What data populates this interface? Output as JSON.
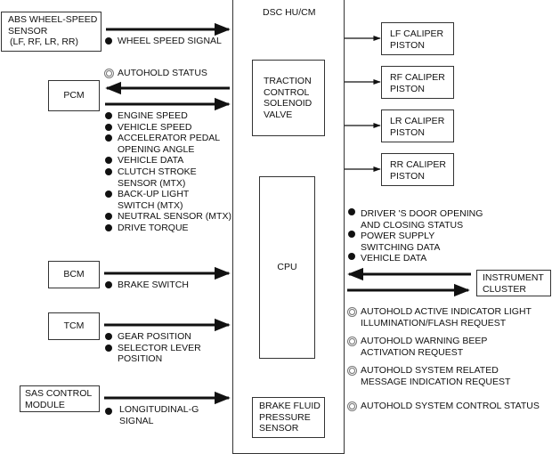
{
  "colors": {
    "line": "#111111",
    "box_border": "#333333",
    "ring": "#777777",
    "background": "#ffffff"
  },
  "legend_markers": {
    "filled_dot": "input-signal-icon",
    "double_ring": "output-signal-icon"
  },
  "main_unit": {
    "title": "DSC HU/CM",
    "traction_valve": [
      "TRACTION",
      "CONTROL",
      "SOLENOID",
      "VALVE"
    ],
    "cpu": "CPU",
    "brake_fluid_sensor": [
      "BRAKE FLUID",
      "PRESSURE",
      "SENSOR"
    ]
  },
  "calipers": [
    {
      "line1": "LF CALIPER",
      "line2": "PISTON"
    },
    {
      "line1": "RF CALIPER",
      "line2": "PISTON"
    },
    {
      "line1": "LR CALIPER",
      "line2": "PISTON"
    },
    {
      "line1": "RR CALIPER",
      "line2": "PISTON"
    }
  ],
  "modules": {
    "abs": [
      "ABS WHEEL-SPEED",
      "SENSOR",
      "(LF, RF, LR, RR)"
    ],
    "pcm": "PCM",
    "bcm": "BCM",
    "tcm": "TCM",
    "sas": [
      "SAS CONTROL",
      "MODULE"
    ],
    "instrument_cluster": [
      "INSTRUMENT",
      "CLUSTER"
    ]
  },
  "signals": {
    "abs": [
      "WHEEL SPEED SIGNAL"
    ],
    "pcm_out": [
      "AUTOHOLD STATUS"
    ],
    "pcm_in": [
      [
        "ENGINE SPEED"
      ],
      [
        "VEHICLE SPEED"
      ],
      [
        "ACCELERATOR PEDAL",
        "OPENING ANGLE"
      ],
      [
        "VEHICLE DATA"
      ],
      [
        "CLUTCH STROKE",
        "SENSOR (MTX)"
      ],
      [
        "BACK-UP LIGHT",
        "SWITCH (MTX)"
      ],
      [
        "NEUTRAL SENSOR (MTX)"
      ],
      [
        "DRIVE TORQUE"
      ]
    ],
    "bcm": [
      "BRAKE SWITCH"
    ],
    "tcm": [
      [
        "GEAR POSITION"
      ],
      [
        "SELECTOR LEVER",
        "POSITION"
      ]
    ],
    "sas": [
      [
        "LONGITUDINAL-G",
        "SIGNAL"
      ]
    ],
    "cluster_in": [
      [
        "DRIVER 'S DOOR OPENING",
        "AND CLOSING STATUS"
      ],
      [
        "POWER SUPPLY",
        "SWITCHING DATA"
      ],
      [
        "VEHICLE DATA"
      ]
    ],
    "cluster_out": [
      [
        "AUTOHOLD ACTIVE INDICATOR LIGHT",
        "ILLUMINATION/FLASH REQUEST"
      ],
      [
        "AUTOHOLD WARNING BEEP",
        "ACTIVATION REQUEST"
      ],
      [
        "AUTOHOLD SYSTEM RELATED",
        "MESSAGE INDICATION REQUEST"
      ],
      [
        "AUTOHOLD SYSTEM CONTROL STATUS"
      ]
    ]
  }
}
